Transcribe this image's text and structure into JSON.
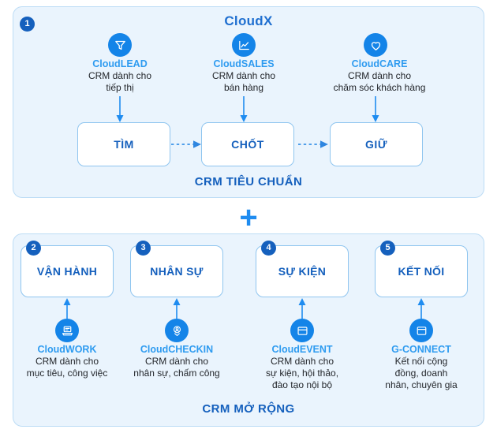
{
  "diagram": {
    "title": "CloudX",
    "standard_section": {
      "badge": "1",
      "heading": "CloudX",
      "footer": "CRM TIÊU CHUẨN",
      "products": [
        {
          "icon": "funnel-icon",
          "name": "CloudLEAD",
          "desc_line1": "CRM dành cho",
          "desc_line2": "tiếp thị"
        },
        {
          "icon": "chart-icon",
          "name": "CloudSALES",
          "desc_line1": "CRM dành cho",
          "desc_line2": "bán hàng"
        },
        {
          "icon": "heart-icon",
          "name": "CloudCARE",
          "desc_line1": "CRM dành cho",
          "desc_line2": "chăm sóc khách hàng"
        }
      ],
      "stages": [
        {
          "label": "TÌM"
        },
        {
          "label": "CHỐT"
        },
        {
          "label": "GIỮ"
        }
      ]
    },
    "connector_symbol": "+",
    "extended_section": {
      "footer": "CRM MỞ RỘNG",
      "modules": [
        {
          "badge": "2",
          "card_label": "VẬN HÀNH",
          "icon": "laptop-icon",
          "name": "CloudWORK",
          "desc_lines": [
            "CRM dành cho",
            "mục tiêu, công việc"
          ]
        },
        {
          "badge": "3",
          "card_label": "NHÂN SỰ",
          "icon": "location-person-icon",
          "name": "CloudCHECKIN",
          "desc_lines": [
            "CRM dành cho",
            "nhân sự, chấm công"
          ]
        },
        {
          "badge": "4",
          "card_label": "SỰ KIỆN",
          "icon": "calendar-icon",
          "name": "CloudEVENT",
          "desc_lines": [
            "CRM dành cho",
            "sự kiện, hội thảo,",
            "đào tạo nội bộ"
          ]
        },
        {
          "badge": "5",
          "card_label": "KẾT NỐI",
          "icon": "window-icon",
          "name": "G-CONNECT",
          "desc_lines": [
            "Kết nối cộng",
            "đồng, doanh",
            "nhân, chuyên gia"
          ]
        }
      ]
    },
    "colors": {
      "panel_bg": "#eaf4fd",
      "panel_border": "#bcdcf5",
      "accent_blue": "#1484e8",
      "product_name_blue": "#2e9bf0",
      "heading_blue": "#1f6fd0",
      "dark_blue": "#1560bd",
      "card_border": "#8fc5ef",
      "card_bg": "#ffffff",
      "text_dark": "#23262b"
    }
  }
}
